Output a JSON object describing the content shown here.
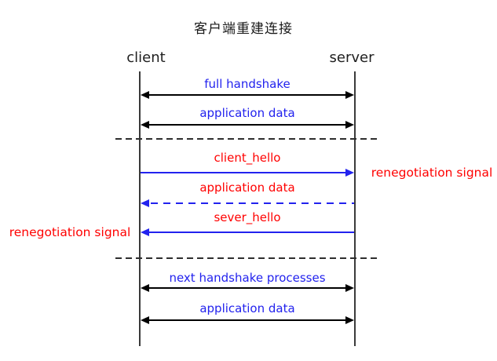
{
  "title": "客户端重建连接",
  "actors": {
    "client": "client",
    "server": "server"
  },
  "colors": {
    "message_blue": "#2222ee",
    "signal_red": "#ff0000",
    "arrow_black": "#000000",
    "lifeline_gray": "#3a3a3a",
    "background": "#ffffff"
  },
  "messages": [
    {
      "label": "full handshake",
      "color": "blue",
      "arrow": "double-black",
      "from": "client",
      "to": "server"
    },
    {
      "label": "application data",
      "color": "blue",
      "arrow": "double-black",
      "from": "client",
      "to": "server"
    },
    {
      "label": "client_hello",
      "color": "red",
      "arrow": "blue-right",
      "from": "client",
      "to": "server",
      "note": "renegotiation signal",
      "note_side": "right"
    },
    {
      "label": "application data",
      "color": "red",
      "arrow": "blue-dashed-left",
      "from": "server",
      "to": "client"
    },
    {
      "label": "sever_hello",
      "color": "red",
      "arrow": "blue-left",
      "from": "server",
      "to": "client",
      "note": "renegotiation signal",
      "note_side": "left"
    },
    {
      "label": "next handshake processes",
      "color": "blue",
      "arrow": "double-black",
      "from": "client",
      "to": "server"
    },
    {
      "label": "application data",
      "color": "blue",
      "arrow": "double-black",
      "from": "client",
      "to": "server"
    }
  ],
  "separators": 2
}
